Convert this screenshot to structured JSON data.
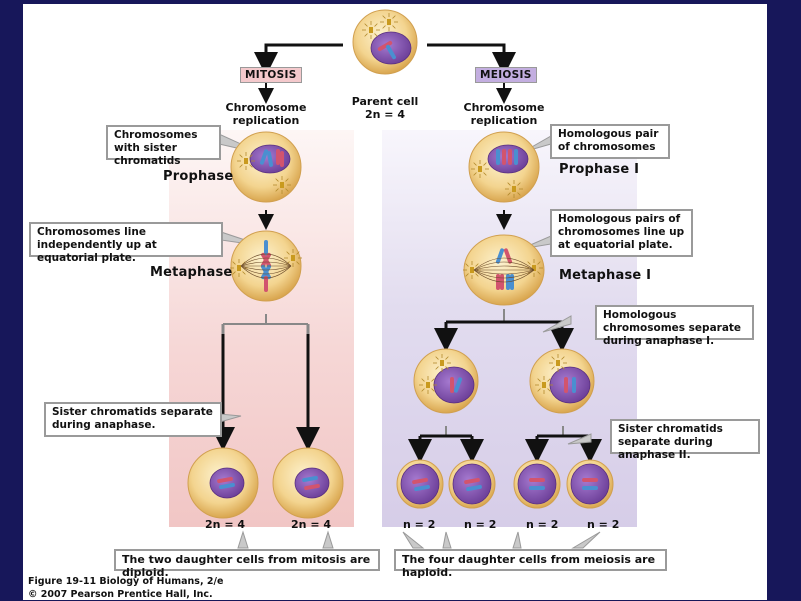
{
  "parent": {
    "label": "Parent cell",
    "ploidy": "2n = 4"
  },
  "mitosis": {
    "title": "MITOSIS",
    "title_color": "#f4c9cc",
    "replication": "Chromosome replication",
    "phase1": "Prophase",
    "phase2": "Metaphase",
    "callouts": [
      "Chromosomes with sister chromatids",
      "Chromosomes line independently up at equatorial plate.",
      "Sister chromatids separate during anaphase."
    ],
    "daughters": [
      "2n = 4",
      "2n = 4"
    ],
    "summary": "The two daughter cells from mitosis are diploid.",
    "panel_color": "#f3cccb"
  },
  "meiosis": {
    "title": "MEIOSIS",
    "title_color": "#c3aee0",
    "replication": "Chromosome replication",
    "phase1": "Prophase I",
    "phase2": "Metaphase I",
    "callouts": [
      "Homologous pair of chromosomes",
      "Homologous pairs of chromosomes line up at equatorial plate.",
      "Homologous chromosomes separate during anaphase I.",
      "Sister chromatids separate during anaphase II."
    ],
    "daughters": [
      "n = 2",
      "n = 2",
      "n = 2",
      "n = 2"
    ],
    "summary": "The four daughter cells from meiosis are haploid.",
    "panel_color": "#dbd3ea"
  },
  "figure_caption": {
    "line1": "Figure 19-11  Biology of Humans, 2/e",
    "line2": "© 2007 Pearson Prentice Hall, Inc."
  },
  "colors": {
    "frame": "#17175a",
    "cell": "#f3d48f",
    "nucleus": "#7b4fa8",
    "chrom_blue": "#4a8fd0",
    "chrom_red": "#d2546e"
  }
}
